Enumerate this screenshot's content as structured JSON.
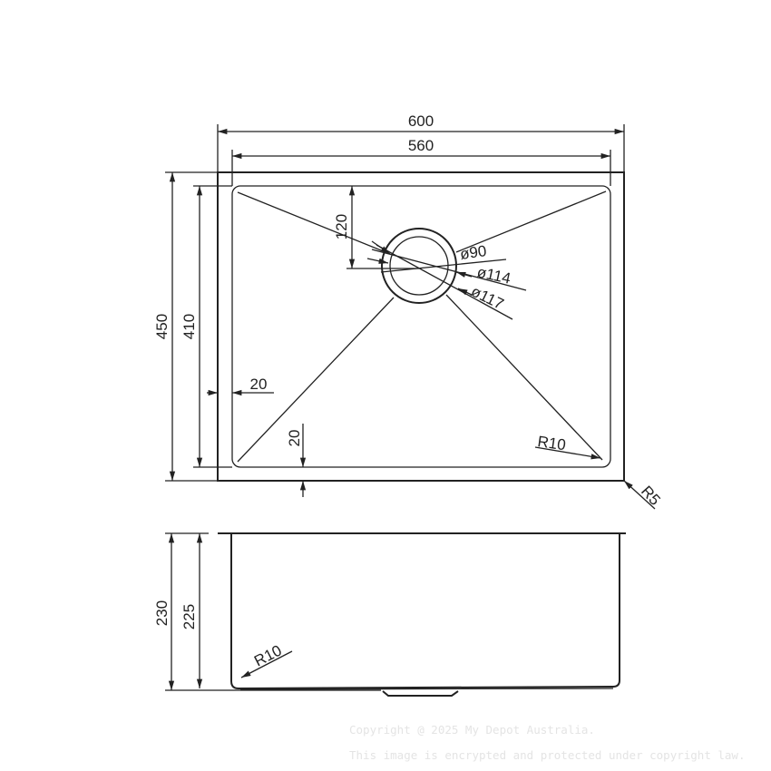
{
  "top_view": {
    "dimensions": {
      "overall_width": "600",
      "bowl_width": "560",
      "overall_depth": "450",
      "bowl_depth": "410",
      "drain_offset": "120",
      "side_rim": "20",
      "front_rim": "20",
      "drain_dia_inner": "ø90",
      "drain_dia_mid": "ø114",
      "drain_dia_outer": "ø117",
      "bowl_corner_radius": "R10",
      "outer_corner_radius": "R5"
    }
  },
  "side_view": {
    "dimensions": {
      "overall_height": "230",
      "bowl_height": "225",
      "bottom_radius": "R10"
    }
  },
  "watermark": {
    "line1": "Copyright @ 2025 My Depot Australia.",
    "line2": "This image is encrypted and protected under copyright law."
  }
}
